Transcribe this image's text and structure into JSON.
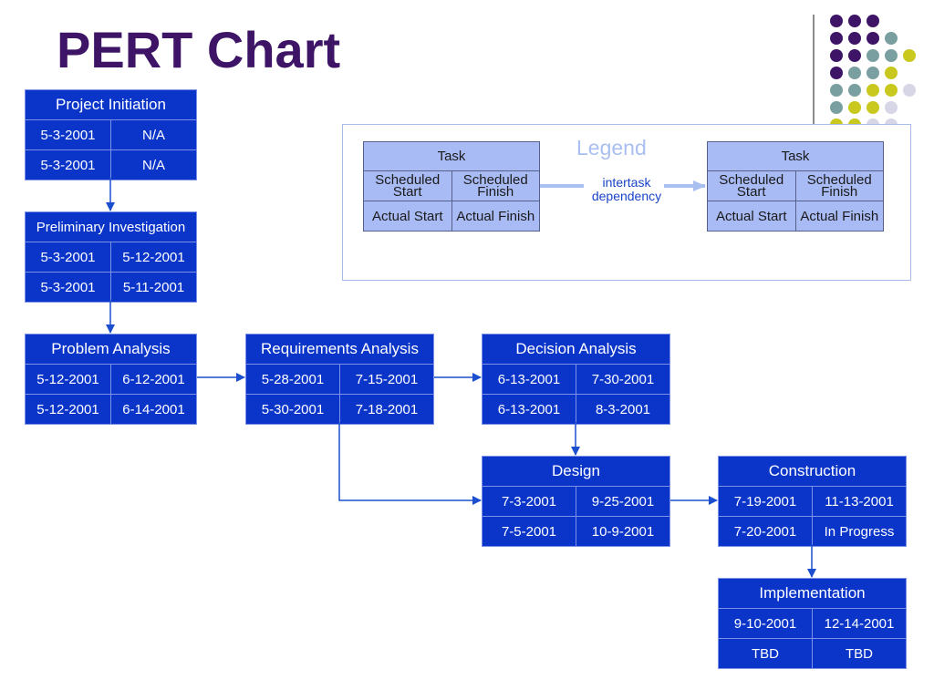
{
  "slide": {
    "title": "PERT Chart"
  },
  "legend": {
    "title": "Legend",
    "task_label": "Task",
    "scheduled_start": "Scheduled Start",
    "scheduled_finish": "Scheduled Finish",
    "actual_start": "Actual Start",
    "actual_finish": "Actual Finish",
    "dependency_label": "intertask dependency"
  },
  "colors": {
    "task_fill": "#0b35c9",
    "legend_fill": "#a9bbf5",
    "title": "#3d1466",
    "arrow": "#1b4fd0",
    "dot_purple": "#3d1466",
    "dot_teal": "#7a9fa0",
    "dot_lime": "#c8c81e",
    "dot_lavender": "#d6d6e6"
  },
  "tasks": [
    {
      "name": "Project Initiation",
      "scheduled_start": "5-3-2001",
      "scheduled_finish": "N/A",
      "actual_start": "5-3-2001",
      "actual_finish": "N/A"
    },
    {
      "name": "Preliminary Investigation",
      "scheduled_start": "5-3-2001",
      "scheduled_finish": "5-12-2001",
      "actual_start": "5-3-2001",
      "actual_finish": "5-11-2001"
    },
    {
      "name": "Problem Analysis",
      "scheduled_start": "5-12-2001",
      "scheduled_finish": "6-12-2001",
      "actual_start": "5-12-2001",
      "actual_finish": "6-14-2001"
    },
    {
      "name": "Requirements Analysis",
      "scheduled_start": "5-28-2001",
      "scheduled_finish": "7-15-2001",
      "actual_start": "5-30-2001",
      "actual_finish": "7-18-2001"
    },
    {
      "name": "Decision Analysis",
      "scheduled_start": "6-13-2001",
      "scheduled_finish": "7-30-2001",
      "actual_start": "6-13-2001",
      "actual_finish": "8-3-2001"
    },
    {
      "name": "Design",
      "scheduled_start": "7-3-2001",
      "scheduled_finish": "9-25-2001",
      "actual_start": "7-5-2001",
      "actual_finish": "10-9-2001"
    },
    {
      "name": "Construction",
      "scheduled_start": "7-19-2001",
      "scheduled_finish": "11-13-2001",
      "actual_start": "7-20-2001",
      "actual_finish": "In Progress"
    },
    {
      "name": "Implementation",
      "scheduled_start": "9-10-2001",
      "scheduled_finish": "12-14-2001",
      "actual_start": "TBD",
      "actual_finish": "TBD"
    }
  ],
  "dependencies": [
    {
      "from": "Project Initiation",
      "to": "Preliminary Investigation"
    },
    {
      "from": "Preliminary Investigation",
      "to": "Problem Analysis"
    },
    {
      "from": "Problem Analysis",
      "to": "Requirements Analysis"
    },
    {
      "from": "Requirements Analysis",
      "to": "Decision Analysis"
    },
    {
      "from": "Requirements Analysis",
      "to": "Design"
    },
    {
      "from": "Decision Analysis",
      "to": "Design"
    },
    {
      "from": "Design",
      "to": "Construction"
    },
    {
      "from": "Construction",
      "to": "Implementation"
    }
  ]
}
